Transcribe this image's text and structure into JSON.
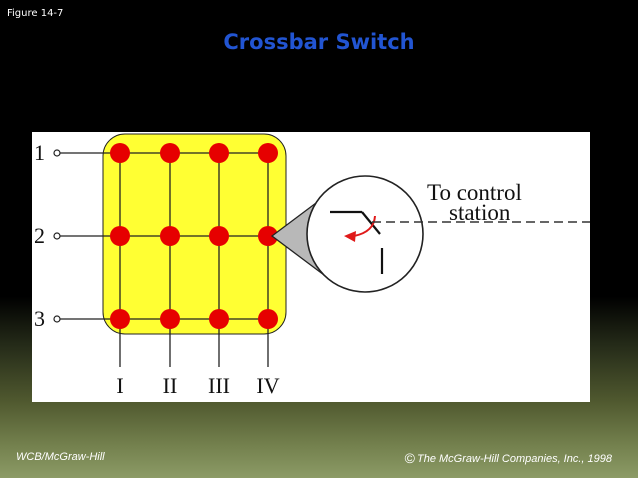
{
  "slide": {
    "figure_label": "Figure 14-7",
    "title": "Crossbar Switch",
    "title_color": "#2255d2"
  },
  "diagram": {
    "input_labels": [
      "1",
      "2",
      "3"
    ],
    "output_labels": [
      "I",
      "II",
      "III",
      "IV"
    ],
    "callout_label_line1": "To control",
    "callout_label_line2": "station",
    "colors": {
      "matrix_fill": "#ffff33",
      "crosspoint": "#e60000",
      "line": "#222222",
      "arrow": "#e01a1a"
    },
    "icons": {
      "crosspoint": "red-crosspoint-dot",
      "input_terminal": "open-circle-terminal",
      "switch_detail": "magnified-switch-contact"
    }
  },
  "footer": {
    "left": "WCB/McGraw-Hill",
    "copyright_symbol": "©",
    "right": "The McGraw-Hill Companies, Inc., 1998"
  }
}
